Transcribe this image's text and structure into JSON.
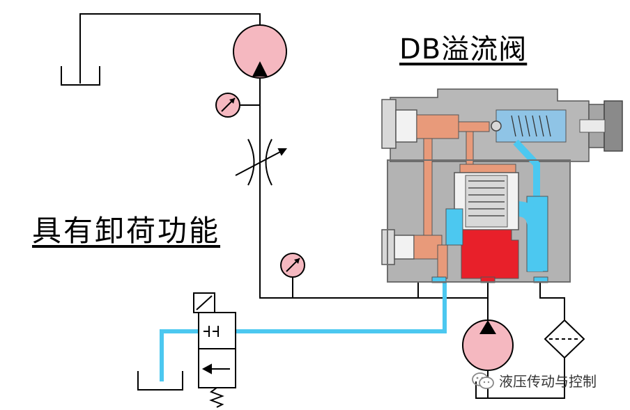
{
  "title": "DB溢流阀",
  "function_label": "具有卸荷功能",
  "watermark": {
    "text": "液压传动与控制",
    "logo_icon": "wechat-icon"
  },
  "colors": {
    "pump_fill": "#f5b8c0",
    "pressure_red": "#e8202a",
    "tank_blue": "#4cc8f0",
    "pilot_orange": "#e89a7a",
    "valve_grey": "#b3b3b3",
    "valve_dark": "#6e6e6e",
    "spring_blue": "#8fc4e6"
  }
}
